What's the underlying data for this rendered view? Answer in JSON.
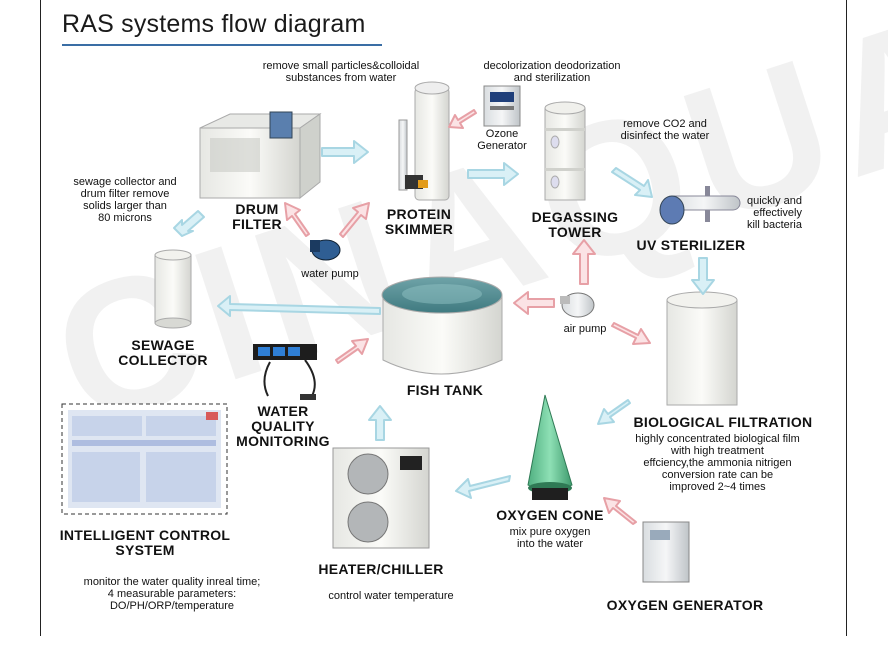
{
  "title": "RAS systems flow diagram",
  "watermark": "CINAQUA",
  "nodes": {
    "drum_filter": {
      "label_line1": "DRUM",
      "label_line2": "FILTER"
    },
    "protein_skimmer": {
      "label_line1": "PROTEIN",
      "label_line2": "SKIMMER"
    },
    "degassing_tower": {
      "label_line1": "DEGASSING",
      "label_line2": "TOWER"
    },
    "uv_sterilizer": {
      "label": "UV STERILIZER"
    },
    "sewage_collector": {
      "label_line1": "SEWAGE",
      "label_line2": "COLLECTOR"
    },
    "fish_tank": {
      "label": "FISH TANK"
    },
    "biological_filtration": {
      "label": "BIOLOGICAL FILTRATION"
    },
    "water_quality_monitoring": {
      "label_line1": "WATER",
      "label_line2": "QUALITY",
      "label_line3": "MONITORING"
    },
    "intelligent_control_system": {
      "label_line1": "INTELLIGENT CONTROL",
      "label_line2": "SYSTEM"
    },
    "heater_chiller": {
      "label": "HEATER/CHILLER"
    },
    "oxygen_cone": {
      "label": "OXYGEN CONE"
    },
    "oxygen_generator": {
      "label": "OXYGEN GENERATOR"
    },
    "ozone_generator": {
      "label_line1": "Ozone",
      "label_line2": "Generator"
    },
    "water_pump": {
      "label": "water pump"
    },
    "air_pump": {
      "label": "air pump"
    }
  },
  "captions": {
    "skimmer": {
      "line1": "remove small particles&colloidal",
      "line2": "substances from water"
    },
    "ozone": {
      "line1": "decolorization deodorization",
      "line2": "and sterilization"
    },
    "degassing": {
      "line1": "remove CO2 and",
      "line2": "disinfect the water"
    },
    "uv": {
      "line1": "quickly and",
      "line2": "effectively",
      "line3": "kill bacteria"
    },
    "drum": {
      "line1": "sewage collector and",
      "line2": "drum filter remove",
      "line3": "solids larger than",
      "line4": "80 microns"
    },
    "bio": {
      "line1": "highly concentrated biological film",
      "line2": "with high treatment",
      "line3": "effciency,the ammonia nitrigen",
      "line4": "conversion rate can be",
      "line5": "improved 2~4 times"
    },
    "oxygen_cone": {
      "line1": "mix pure oxygen",
      "line2": "into the water"
    },
    "heater": {
      "line1": "control water temperature"
    },
    "monitor": {
      "line1": "monitor the water quality inreal time;",
      "line2": "4 measurable parameters:",
      "line3": "DO/PH/ORP/temperature"
    }
  },
  "colors": {
    "accent_blue": "#3a6ea5",
    "arrow_pink": "#e7a0a6",
    "arrow_blue": "#a8d6e3",
    "cone_green": "#6cc79a"
  }
}
